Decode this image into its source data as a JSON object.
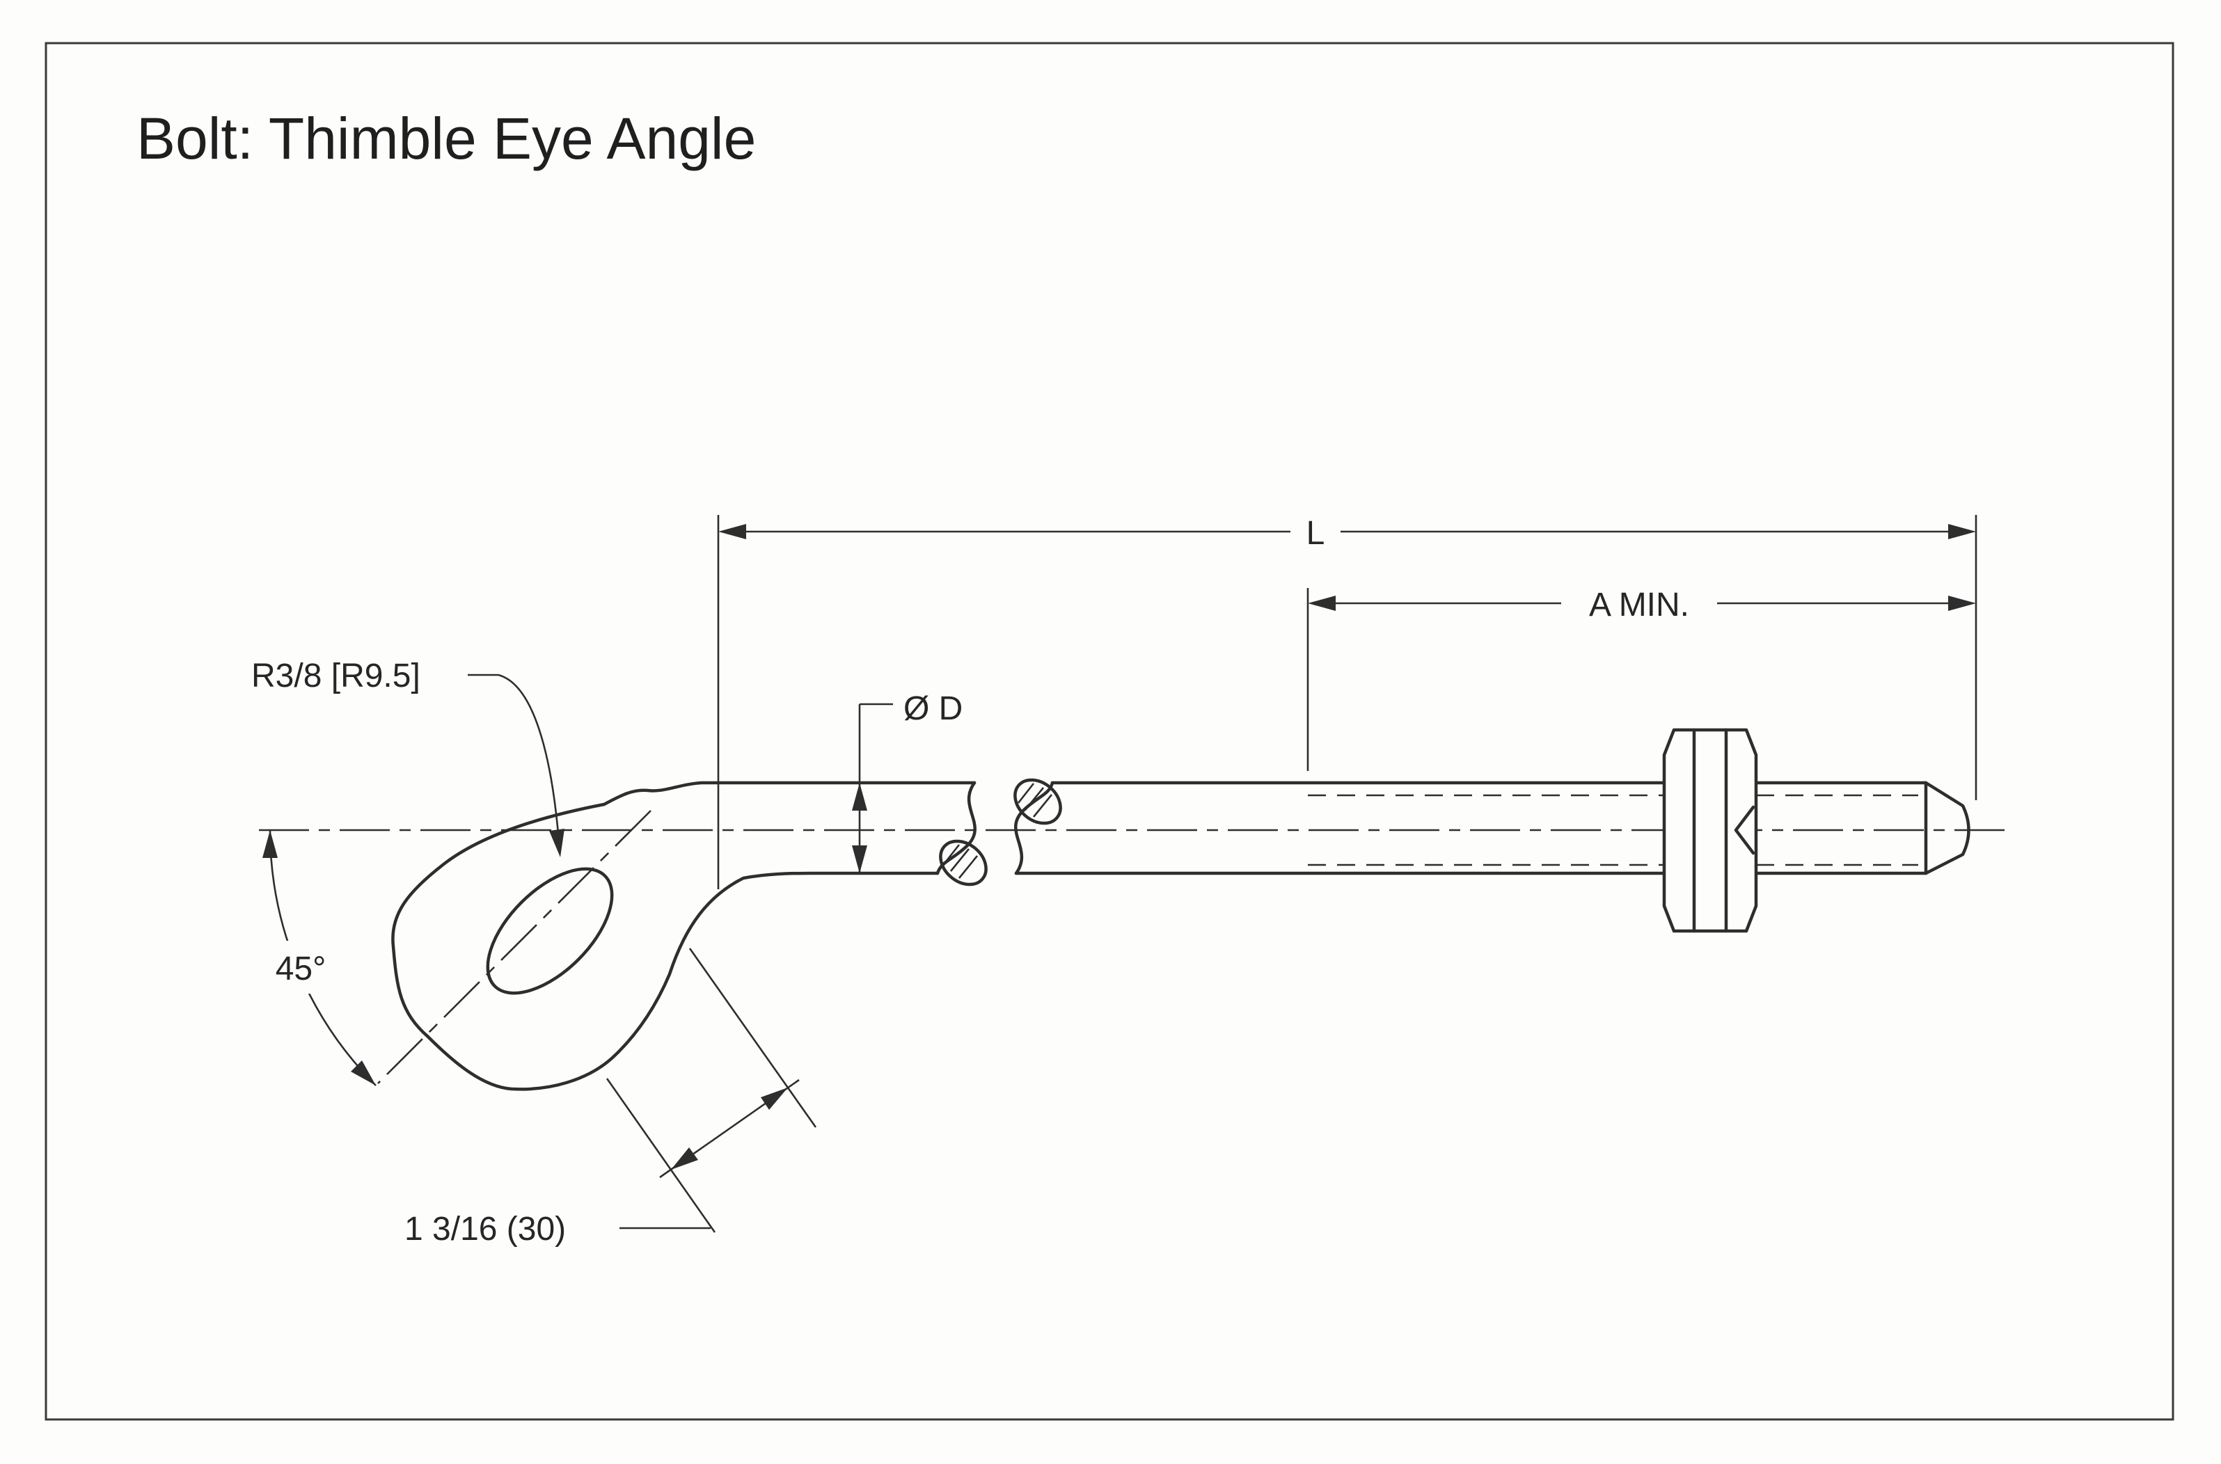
{
  "page": {
    "title": "Bolt: Thimble Eye Angle"
  },
  "labels": {
    "overall_length": "L",
    "thread_length_min": "A MIN.",
    "diameter": "Ø D",
    "eye_tip_radius": "R3/8 [R9.5]",
    "bend_angle": "45°",
    "eye_inner_length": "1 3/16 (30)"
  },
  "colors": {
    "line": "#2e2e2e",
    "paper": "#fdfdfb",
    "margin": "#f8f7f4"
  }
}
